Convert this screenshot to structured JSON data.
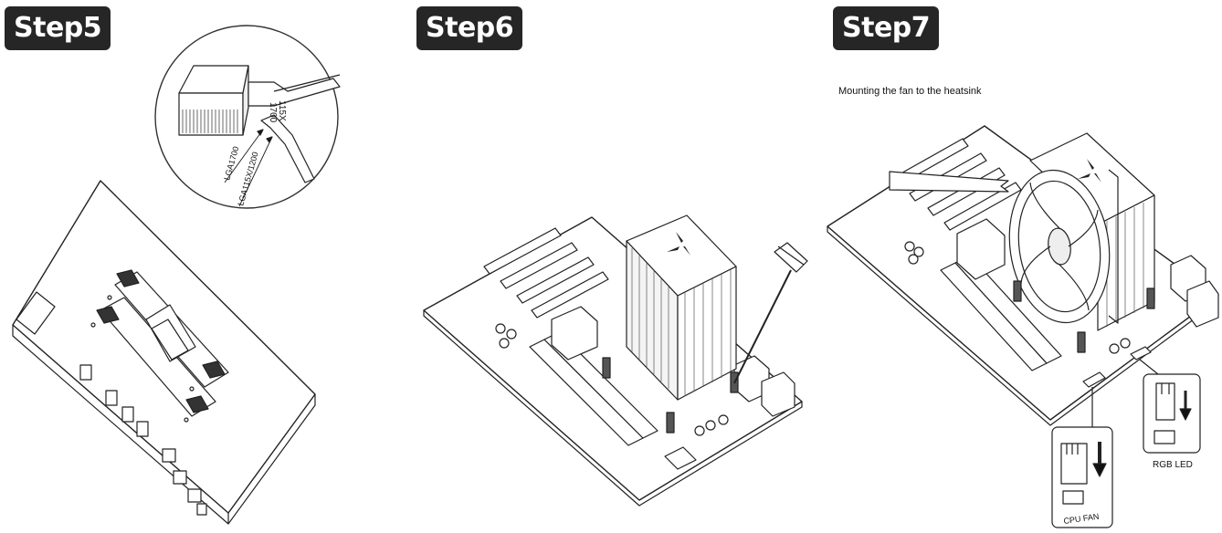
{
  "steps": [
    {
      "label": "Step5"
    },
    {
      "label": "Step6"
    },
    {
      "label": "Step7"
    }
  ],
  "step7": {
    "caption": "Mounting the fan to the heatsink",
    "connector_cpu": "CPU FAN",
    "connector_rgb": "RGB LED"
  },
  "step5": {
    "label_lga1700": "LGA1700",
    "label_lga115x": "LGA115X/1200",
    "mark_1700": "1700",
    "mark_115x": "115X"
  }
}
